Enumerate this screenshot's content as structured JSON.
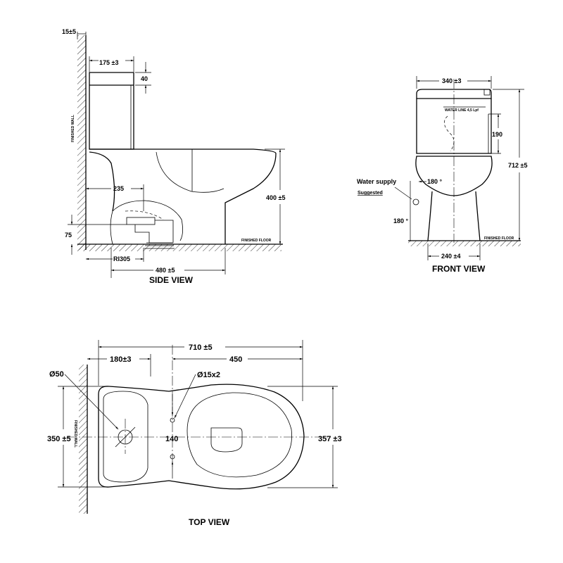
{
  "side_view": {
    "title": "SIDE VIEW",
    "dims": {
      "wall_gap": "15±5",
      "tank_depth": "175 ±3",
      "lid": "40",
      "outlet": "235",
      "height": "400 ±5",
      "floor": "75",
      "rough_in": "RI305",
      "length": "480 ±5"
    },
    "labels": {
      "wall": "FINISHED WALL",
      "floor": "FINISHED FLOOR"
    }
  },
  "front_view": {
    "title": "FRONT VIEW",
    "dims": {
      "width": "340 ±3",
      "water_line_height": "190",
      "total_height": "712 ±5",
      "angle_top": "180 °",
      "angle_supply": "180 °",
      "base_width": "240 ±4"
    },
    "labels": {
      "water_line": "WATER LINE 4,5 Lpf",
      "water_supply": "Water supply",
      "suggested": "Suggested",
      "floor": "FINISHED FLOOR"
    }
  },
  "top_view": {
    "title": "TOP VIEW",
    "dims": {
      "total_length": "710 ±5",
      "tank_center": "180±3",
      "bowl_length": "450",
      "hole_dia": "Ø50",
      "bolt_dia": "Ø15x2",
      "tank_width": "350 ±5",
      "bolt_spacing": "140",
      "bowl_width": "357 ±3"
    },
    "labels": {
      "wall": "FINISHED WALL"
    }
  }
}
